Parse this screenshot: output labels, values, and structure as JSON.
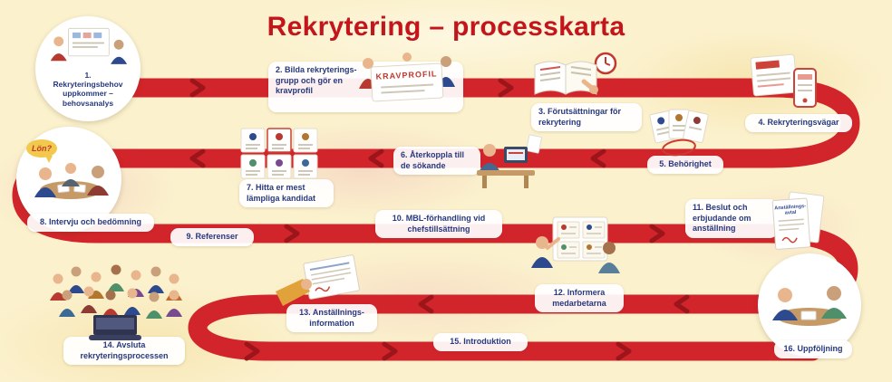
{
  "title": "Rekrytering – processkarta",
  "steps": [
    {
      "num": "1.",
      "label": "Rekryteringsbehov uppkommer – behovsanalys"
    },
    {
      "num": "2.",
      "label": "Bilda rekryterings-grupp och gör en kravprofil"
    },
    {
      "num": "3.",
      "label": "Förutsättningar för rekrytering"
    },
    {
      "num": "4.",
      "label": "Rekryteringsvägar"
    },
    {
      "num": "5.",
      "label": "Behörighet"
    },
    {
      "num": "6.",
      "label": "Återkoppla till de sökande"
    },
    {
      "num": "7.",
      "label": "Hitta er mest lämpliga kandidat"
    },
    {
      "num": "8.",
      "label": "Intervju och bedömning"
    },
    {
      "num": "9.",
      "label": "Referenser"
    },
    {
      "num": "10.",
      "label": "MBL-förhandling vid chefstillsättning"
    },
    {
      "num": "11.",
      "label": "Beslut och erbjudande om anställning"
    },
    {
      "num": "12.",
      "label": "Informera medarbetarna"
    },
    {
      "num": "13.",
      "label": "Anställnings-information"
    },
    {
      "num": "14.",
      "label": "Avsluta rekryteringsprocessen"
    },
    {
      "num": "15.",
      "label": "Introduktion"
    },
    {
      "num": "16.",
      "label": "Uppföljning"
    }
  ],
  "illustrations": {
    "kravprofil_banner": "KRAVPROFIL",
    "lon_bubble": "Lön?",
    "avtal_line1": "Anställnings-",
    "avtal_line2": "avtal"
  },
  "colors": {
    "path_red": "#d2242b",
    "chevron_red": "#9c151b",
    "title_red": "#c3161c",
    "label_blue": "#27397e",
    "background_cream": "#fbf1cd"
  }
}
